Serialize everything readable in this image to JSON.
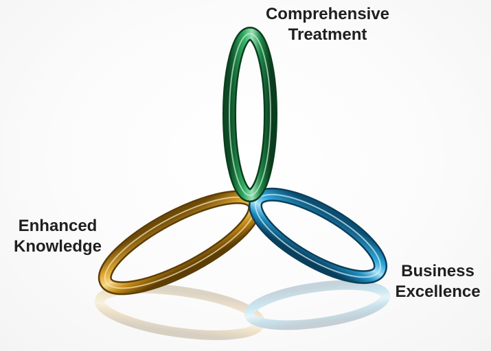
{
  "labels": {
    "top": {
      "line1": "Comprehensive",
      "line2": "Treatment"
    },
    "left": {
      "line1": "Enhanced",
      "line2": "Knowledge"
    },
    "right": {
      "line1": "Business",
      "line2": "Excellence"
    }
  },
  "colors": {
    "green_ring": "#1f8a4a",
    "gold_ring": "#c8901a",
    "blue_ring": "#1f8fc2",
    "text": "#1f1f1f"
  }
}
